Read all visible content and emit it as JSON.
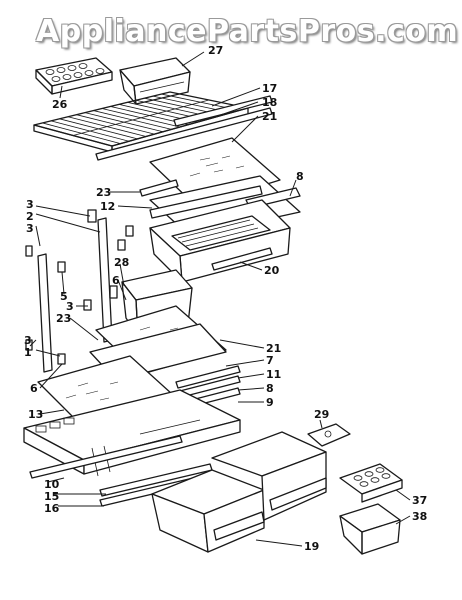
{
  "watermark": "AppliancePartsPros.com",
  "callouts": {
    "c1": "1",
    "c2": "2",
    "c3a": "3",
    "c3b": "3",
    "c3c": "3",
    "c3d": "3",
    "c5": "5",
    "c6a": "6",
    "c6b": "6",
    "c7": "7",
    "c8a": "8",
    "c8b": "8",
    "c9": "9",
    "c10": "10",
    "c11": "11",
    "c12": "12",
    "c13": "13",
    "c15": "15",
    "c16": "16",
    "c17": "17",
    "c18": "18",
    "c19": "19",
    "c20": "20",
    "c21a": "21",
    "c21b": "21",
    "c23a": "23",
    "c23b": "23",
    "c26": "26",
    "c27": "27",
    "c28": "28",
    "c29": "29",
    "c37": "37",
    "c38": "38"
  }
}
